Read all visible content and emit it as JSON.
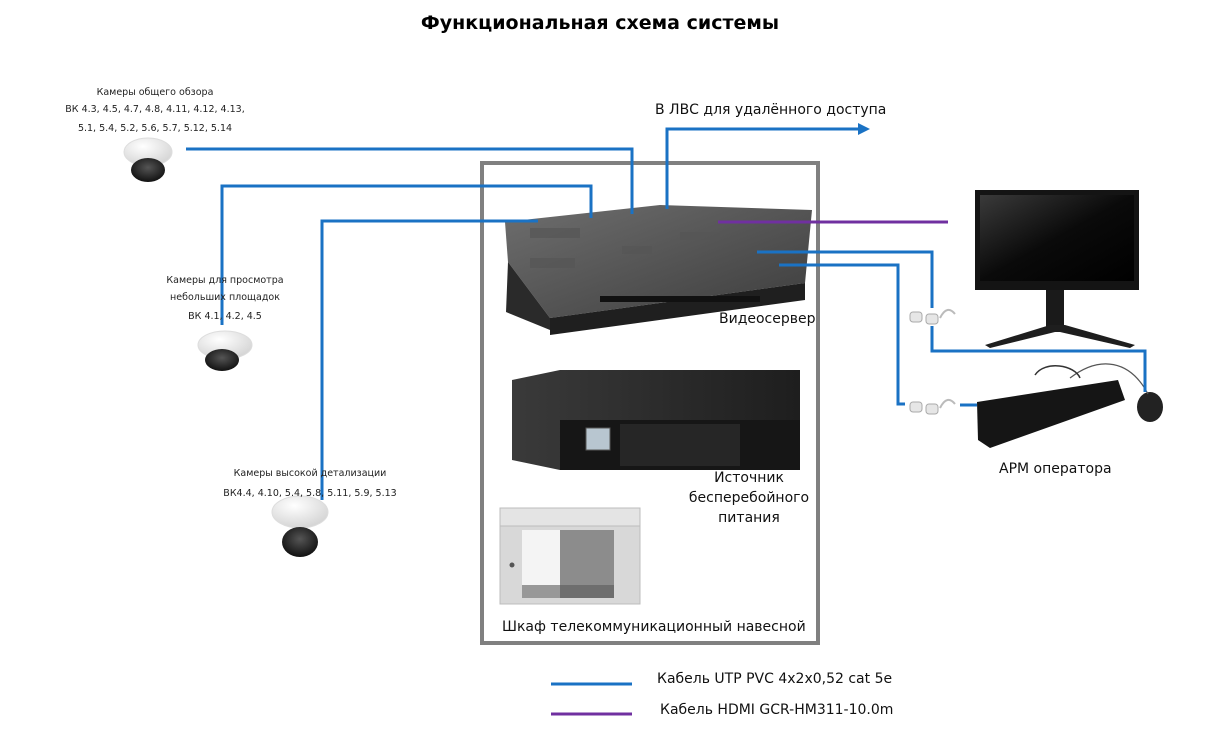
{
  "title": "Функциональная схема системы",
  "cameras": [
    {
      "group": "overview",
      "title": "Камеры общего обзора",
      "ids_line1": "ВК 4.3, 4.5, 4.7, 4.8, 4.11, 4.12, 4.13,",
      "ids_line2": "5.1, 5.4, 5.2, 5.6, 5.7, 5.12, 5.14"
    },
    {
      "group": "small-area",
      "title_line1": "Камеры для просмотра",
      "title_line2": "небольших площадок",
      "ids": "ВК 4.1, 4.2, 4.5"
    },
    {
      "group": "high-detail",
      "title": "Камеры высокой детализации",
      "ids": "ВК4.4, 4.10, 5.4, 5.8, 5.11, 5.9, 5.13"
    }
  ],
  "lan_label": "В ЛВС для удалённого доступа",
  "rack": {
    "server_label": "Видеосервер",
    "ups_label_line1": "Источник",
    "ups_label_line2": "бесперебойного",
    "ups_label_line3": "питания",
    "cabinet_label": "Шкаф телекоммуникационный навесной"
  },
  "workstation_label": "АРМ оператора",
  "legend": [
    {
      "label": "Кабель UTP PVC 4x2x0,52 cat 5e",
      "color": "#1a72c4"
    },
    {
      "label": "Кабель HDMI GCR-HM311-10.0m",
      "color": "#7030a0"
    }
  ],
  "colors": {
    "utp": "#1a72c4",
    "hdmi": "#7030a0",
    "rack_frame": "#808080"
  }
}
